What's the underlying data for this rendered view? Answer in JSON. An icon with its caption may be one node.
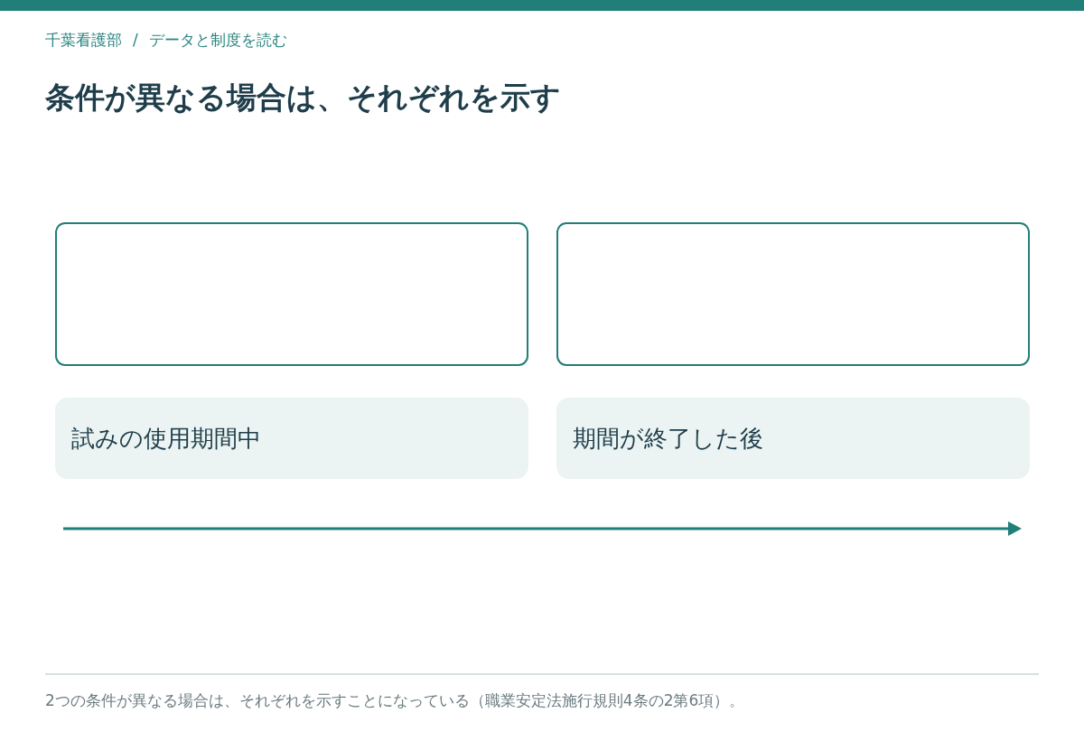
{
  "diagram": {
    "title": "条件が異なる場合は、それぞれを示す",
    "caption": "2つの条件が異なる場合は、それぞれを示すことになっている（職業安定法施行規則4条の2第6項）。",
    "nodes": [
      {
        "text": [],
        "shape": "box"
      },
      {
        "text": [],
        "shape": "box"
      },
      {
        "text": [
          "試みの使用期間中"
        ]
      },
      {
        "text": [
          "期間が終了した後"
        ]
      }
    ],
    "labels": [
      "千葉看護部",
      "/",
      "データと制度を読む"
    ]
  }
}
